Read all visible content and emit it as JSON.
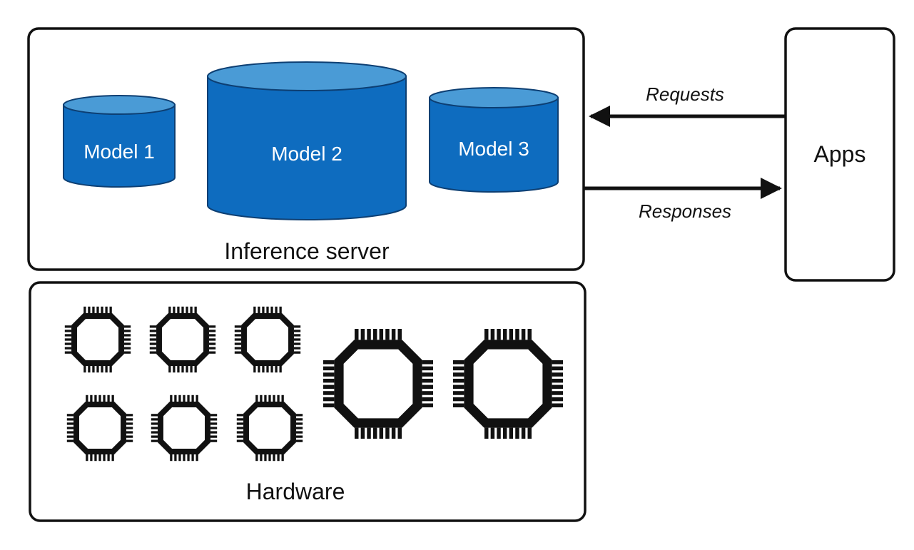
{
  "colors": {
    "cylinder_body": "#0e6cbf",
    "cylinder_top": "#4a9bd6",
    "outline": "#111111",
    "chip": "#111111"
  },
  "inference_server": {
    "label": "Inference server",
    "models": [
      {
        "label": "Model 1"
      },
      {
        "label": "Model 2"
      },
      {
        "label": "Model 3"
      }
    ]
  },
  "hardware": {
    "label": "Hardware",
    "chips": [
      {
        "size": "small"
      },
      {
        "size": "small"
      },
      {
        "size": "small"
      },
      {
        "size": "small"
      },
      {
        "size": "small"
      },
      {
        "size": "small"
      },
      {
        "size": "large"
      },
      {
        "size": "large"
      }
    ],
    "icon": "chip-icon"
  },
  "apps": {
    "label": "Apps"
  },
  "arrows": {
    "requests_label": "Requests",
    "responses_label": "Responses"
  }
}
